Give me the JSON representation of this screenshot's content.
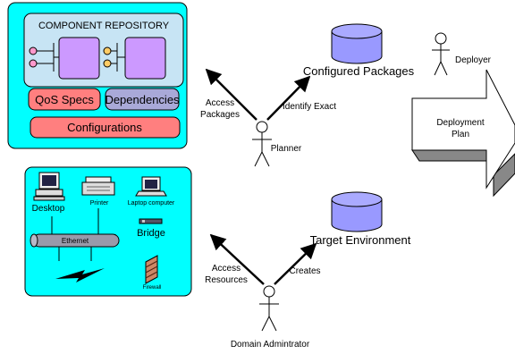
{
  "repository": {
    "title": "COMPONENT REPOSITORY",
    "qos": "QoS Specs",
    "dependencies": "Dependencies",
    "configurations": "Configurations"
  },
  "network": {
    "desktop": "Desktop",
    "printer": "Printer",
    "laptop": "Laptop computer",
    "ethernet": "Ethernet",
    "bridge": "Bridge",
    "firewall": "Firewall"
  },
  "databases": {
    "configured_packages": "Configured Packages",
    "target_environment": "Target Environment"
  },
  "actors": {
    "planner": "Planner",
    "deployer": "Deployer",
    "domain_admin": "Domain Admintrator"
  },
  "arrows": {
    "access_packages_1": "Access",
    "access_packages_2": "Packages",
    "identify_exact": "Identify Exact",
    "access_resources_1": "Access",
    "access_resources_2": "Resources",
    "creates": "Creates"
  },
  "plan": {
    "line1": "Deployment",
    "line2": "Plan"
  },
  "colors": {
    "panel": "#00ffff",
    "inner_panel": "#c7e4f4",
    "component": "#cc99ff",
    "pink": "#ff7f7f",
    "gray_box": "#a9a9d8",
    "database": "#9999ff",
    "port_pink": "#ff99cc",
    "port_orange": "#ffcc66"
  }
}
